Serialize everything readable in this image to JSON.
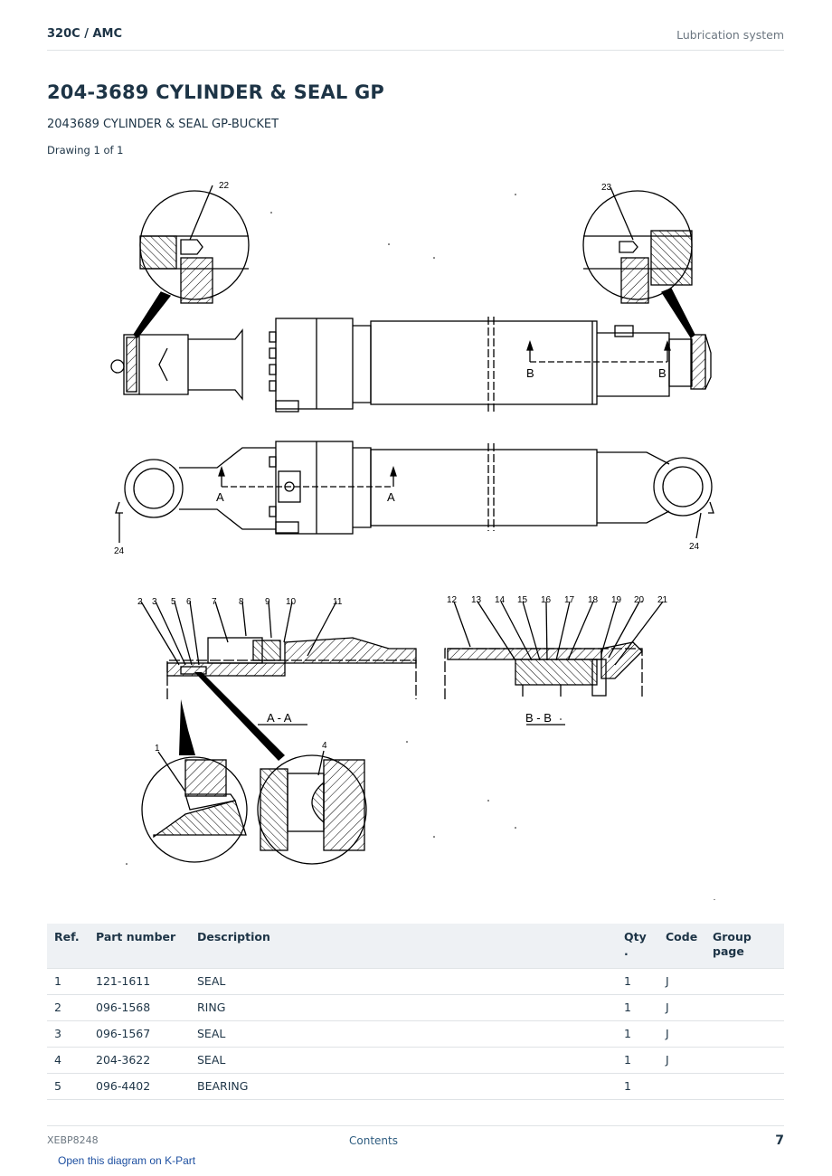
{
  "header": {
    "model": "320C  /  AMC",
    "section": "Lubrication system"
  },
  "title": "204-3689 CYLINDER & SEAL GP",
  "subtitle": "2043689 CYLINDER & SEAL GP-BUCKET",
  "drawing_count": "Drawing 1 of 1",
  "diagram": {
    "callouts_top": [
      "22",
      "23"
    ],
    "callouts_side": [
      "24",
      "24"
    ],
    "section_marks": [
      "A",
      "A",
      "B",
      "B"
    ],
    "section_aa_refs": [
      "2",
      "3",
      "5",
      "6",
      "7",
      "8",
      "9",
      "10",
      "11"
    ],
    "section_bb_refs": [
      "12",
      "13",
      "14",
      "15",
      "16",
      "17",
      "18",
      "19",
      "20",
      "21"
    ],
    "section_aa_label": "A - A",
    "section_bb_label": "B - B",
    "detail_refs": [
      "1",
      "4"
    ]
  },
  "table": {
    "headers": {
      "ref": "Ref.",
      "part": "Part number",
      "desc": "Description",
      "qty": "Qty\n.",
      "code": "Code",
      "group": "Group page"
    },
    "rows": [
      {
        "ref": "1",
        "part": "121-1611",
        "desc": "SEAL",
        "qty": "1",
        "code": "J",
        "group": ""
      },
      {
        "ref": "2",
        "part": "096-1568",
        "desc": "RING",
        "qty": "1",
        "code": "J",
        "group": ""
      },
      {
        "ref": "3",
        "part": "096-1567",
        "desc": "SEAL",
        "qty": "1",
        "code": "J",
        "group": ""
      },
      {
        "ref": "4",
        "part": "204-3622",
        "desc": "SEAL",
        "qty": "1",
        "code": "J",
        "group": ""
      },
      {
        "ref": "5",
        "part": "096-4402",
        "desc": "BEARING",
        "qty": "1",
        "code": "",
        "group": ""
      }
    ]
  },
  "footer": {
    "doc_id": "XEBP8248",
    "contents_link": "Contents",
    "page": "7"
  },
  "kpart_link": "Open this diagram on K-Part"
}
